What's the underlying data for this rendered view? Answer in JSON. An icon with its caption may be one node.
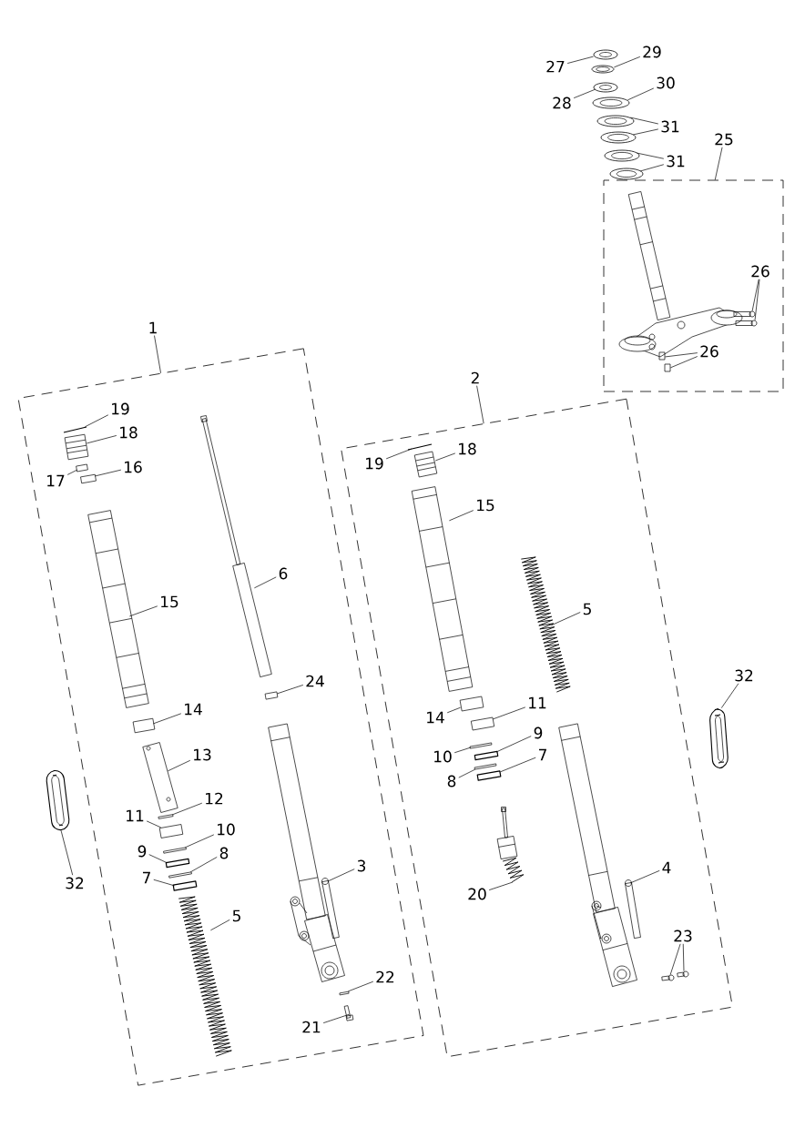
{
  "diagram": {
    "nodes": [
      {
        "text": [
          "27"
        ]
      },
      {
        "text": [
          "29"
        ]
      },
      {
        "text": [
          "28"
        ]
      },
      {
        "text": [
          "30"
        ]
      },
      {
        "text": [
          "31"
        ]
      },
      {
        "text": [
          "31"
        ]
      },
      {
        "text": [
          "25"
        ]
      },
      {
        "text": [],
        "shape": "box"
      },
      {
        "text": [
          "26"
        ],
        "in": 7
      },
      {
        "text": [
          "26"
        ],
        "in": 7
      },
      {
        "text": [
          "1"
        ]
      },
      {
        "text": [],
        "shape": "box"
      },
      {
        "text": [
          "2"
        ]
      },
      {
        "text": [],
        "shape": "box"
      },
      {
        "text": [
          "19"
        ],
        "in": 11
      },
      {
        "text": [
          "18"
        ],
        "in": 11
      },
      {
        "text": [
          "17"
        ],
        "in": 11
      },
      {
        "text": [
          "16"
        ],
        "in": 11
      },
      {
        "text": [
          "15"
        ],
        "in": 11
      },
      {
        "text": [
          "6"
        ],
        "in": 11
      },
      {
        "text": [
          "24"
        ],
        "in": 11
      },
      {
        "text": [
          "14"
        ],
        "in": 11
      },
      {
        "text": [
          "13"
        ],
        "in": 11
      },
      {
        "text": [
          "12"
        ],
        "in": 11
      },
      {
        "text": [
          "11"
        ],
        "in": 11
      },
      {
        "text": [
          "10"
        ],
        "in": 11
      },
      {
        "text": [
          "9"
        ],
        "in": 11
      },
      {
        "text": [
          "8"
        ],
        "in": 11
      },
      {
        "text": [
          "7"
        ],
        "in": 11
      },
      {
        "text": [
          "5"
        ],
        "in": 11
      },
      {
        "text": [
          "3"
        ],
        "in": 11
      },
      {
        "text": [
          "22"
        ],
        "in": 11
      },
      {
        "text": [
          "21"
        ],
        "in": 11
      },
      {
        "text": [
          "19"
        ],
        "in": 13
      },
      {
        "text": [
          "18"
        ],
        "in": 13
      },
      {
        "text": [
          "15"
        ],
        "in": 13
      },
      {
        "text": [
          "5"
        ],
        "in": 13
      },
      {
        "text": [
          "14"
        ],
        "in": 13
      },
      {
        "text": [
          "11"
        ],
        "in": 13
      },
      {
        "text": [
          "10"
        ],
        "in": 13
      },
      {
        "text": [
          "9"
        ],
        "in": 13
      },
      {
        "text": [
          "8"
        ],
        "in": 13
      },
      {
        "text": [
          "7"
        ],
        "in": 13
      },
      {
        "text": [
          "20"
        ],
        "in": 13
      },
      {
        "text": [
          "4"
        ],
        "in": 13
      },
      {
        "text": [
          "23"
        ],
        "in": 13
      },
      {
        "text": [
          "32"
        ]
      },
      {
        "text": [
          "32"
        ]
      },
      {
        "text": [],
        "shape": "picture"
      },
      {
        "text": [],
        "shape": "picture"
      },
      {
        "text": [],
        "shape": "picture"
      },
      {
        "text": [],
        "shape": "picture"
      },
      {
        "text": [],
        "shape": "picture"
      },
      {
        "text": [],
        "shape": "picture"
      },
      {
        "text": [],
        "shape": "picture"
      },
      {
        "text": [],
        "shape": "picture"
      },
      {
        "text": [],
        "shape": "box",
        "in": 7
      },
      {
        "text": [],
        "shape": "box",
        "in": 7
      },
      {
        "text": [],
        "shape": "box",
        "in": 7
      },
      {
        "text": [],
        "shape": "box",
        "in": 7
      },
      {
        "text": [],
        "shape": "picture",
        "in": 11
      },
      {
        "text": [],
        "shape": "picture",
        "in": 11
      },
      {
        "text": [],
        "shape": "box",
        "in": 11
      },
      {
        "text": [],
        "shape": "box",
        "in": 11
      },
      {
        "text": [],
        "shape": "picture",
        "in": 11
      },
      {
        "text": [],
        "shape": "picture",
        "in": 11
      },
      {
        "text": [],
        "shape": "box",
        "in": 11
      },
      {
        "text": [],
        "shape": "box",
        "in": 11
      },
      {
        "text": [],
        "shape": "picture",
        "in": 11
      },
      {
        "text": [],
        "shape": "box",
        "in": 11
      },
      {
        "text": [],
        "shape": "box",
        "in": 11
      },
      {
        "text": [],
        "shape": "box",
        "in": 11
      },
      {
        "text": [],
        "shape": "box",
        "in": 11
      },
      {
        "text": [],
        "shape": "box",
        "in": 11
      },
      {
        "text": [],
        "shape": "box",
        "in": 11
      },
      {
        "text": [],
        "shape": "picture",
        "in": 11
      },
      {
        "text": [],
        "shape": "picture",
        "in": 11
      },
      {
        "text": [],
        "shape": "box",
        "in": 11
      },
      {
        "text": [],
        "shape": "box",
        "in": 11
      },
      {
        "text": [],
        "shape": "picture",
        "in": 13
      },
      {
        "text": [],
        "shape": "picture",
        "in": 13
      },
      {
        "text": [],
        "shape": "picture",
        "in": 13
      },
      {
        "text": [],
        "shape": "picture",
        "in": 13
      },
      {
        "text": [],
        "shape": "box",
        "in": 13
      },
      {
        "text": [],
        "shape": "box",
        "in": 13
      },
      {
        "text": [],
        "shape": "box",
        "in": 13
      },
      {
        "text": [],
        "shape": "box",
        "in": 13
      },
      {
        "text": [],
        "shape": "box",
        "in": 13
      },
      {
        "text": [],
        "shape": "box",
        "in": 13
      },
      {
        "text": [],
        "shape": "picture",
        "in": 13
      },
      {
        "text": [],
        "shape": "picture",
        "in": 13
      },
      {
        "text": [],
        "shape": "box",
        "in": 13
      },
      {
        "text": [],
        "shape": "box",
        "in": 13
      },
      {
        "text": [],
        "shape": "picture"
      },
      {
        "text": [],
        "shape": "picture"
      }
    ],
    "edges": [
      {
        "from": 0,
        "to": 48,
        "arrow": "none"
      },
      {
        "from": 1,
        "to": 49,
        "arrow": "none"
      },
      {
        "from": 2,
        "to": 50,
        "arrow": "none"
      },
      {
        "from": 3,
        "to": 51,
        "arrow": "none"
      },
      {
        "from": 4,
        "to": 52,
        "arrow": "none"
      },
      {
        "from": 4,
        "to": 53,
        "arrow": "none"
      },
      {
        "from": 5,
        "to": 54,
        "arrow": "none"
      },
      {
        "from": 5,
        "to": 55,
        "arrow": "none"
      },
      {
        "from": 6,
        "to": 7,
        "arrow": "none"
      },
      {
        "from": 8,
        "to": 56,
        "arrow": "none"
      },
      {
        "from": 8,
        "to": 57,
        "arrow": "none"
      },
      {
        "from": 9,
        "to": 58,
        "arrow": "none"
      },
      {
        "from": 9,
        "to": 59,
        "arrow": "none"
      },
      {
        "from": 10,
        "to": 11,
        "arrow": "none"
      },
      {
        "from": 12,
        "to": 13,
        "arrow": "none"
      },
      {
        "from": 14,
        "to": 60,
        "arrow": "none"
      },
      {
        "from": 15,
        "to": 61,
        "arrow": "none"
      },
      {
        "from": 16,
        "to": 62,
        "arrow": "none"
      },
      {
        "from": 17,
        "to": 63,
        "arrow": "none"
      },
      {
        "from": 18,
        "to": 64,
        "arrow": "none"
      },
      {
        "from": 19,
        "to": 65,
        "arrow": "none"
      },
      {
        "from": 20,
        "to": 66,
        "arrow": "none"
      },
      {
        "from": 21,
        "to": 67,
        "arrow": "none"
      },
      {
        "from": 22,
        "to": 68,
        "arrow": "none"
      },
      {
        "from": 23,
        "to": 69,
        "arrow": "none"
      },
      {
        "from": 24,
        "to": 70,
        "arrow": "none"
      },
      {
        "from": 25,
        "to": 71,
        "arrow": "none"
      },
      {
        "from": 26,
        "to": 72,
        "arrow": "none"
      },
      {
        "from": 27,
        "to": 73,
        "arrow": "none"
      },
      {
        "from": 28,
        "to": 74,
        "arrow": "none"
      },
      {
        "from": 29,
        "to": 75,
        "arrow": "none"
      },
      {
        "from": 30,
        "to": 76,
        "arrow": "none"
      },
      {
        "from": 31,
        "to": 77,
        "arrow": "none"
      },
      {
        "from": 32,
        "to": 78,
        "arrow": "none"
      },
      {
        "from": 33,
        "to": 79,
        "arrow": "none"
      },
      {
        "from": 34,
        "to": 80,
        "arrow": "none"
      },
      {
        "from": 35,
        "to": 81,
        "arrow": "none"
      },
      {
        "from": 36,
        "to": 82,
        "arrow": "none"
      },
      {
        "from": 37,
        "to": 83,
        "arrow": "none"
      },
      {
        "from": 38,
        "to": 84,
        "arrow": "none"
      },
      {
        "from": 39,
        "to": 85,
        "arrow": "none"
      },
      {
        "from": 40,
        "to": 86,
        "arrow": "none"
      },
      {
        "from": 41,
        "to": 87,
        "arrow": "none"
      },
      {
        "from": 42,
        "to": 88,
        "arrow": "none"
      },
      {
        "from": 43,
        "to": 89,
        "arrow": "none"
      },
      {
        "from": 44,
        "to": 90,
        "arrow": "none"
      },
      {
        "from": 45,
        "to": 91,
        "arrow": "none"
      },
      {
        "from": 45,
        "to": 92,
        "arrow": "none"
      },
      {
        "from": 46,
        "to": 93,
        "arrow": "none"
      },
      {
        "from": 47,
        "to": 94,
        "arrow": "none"
      }
    ]
  }
}
